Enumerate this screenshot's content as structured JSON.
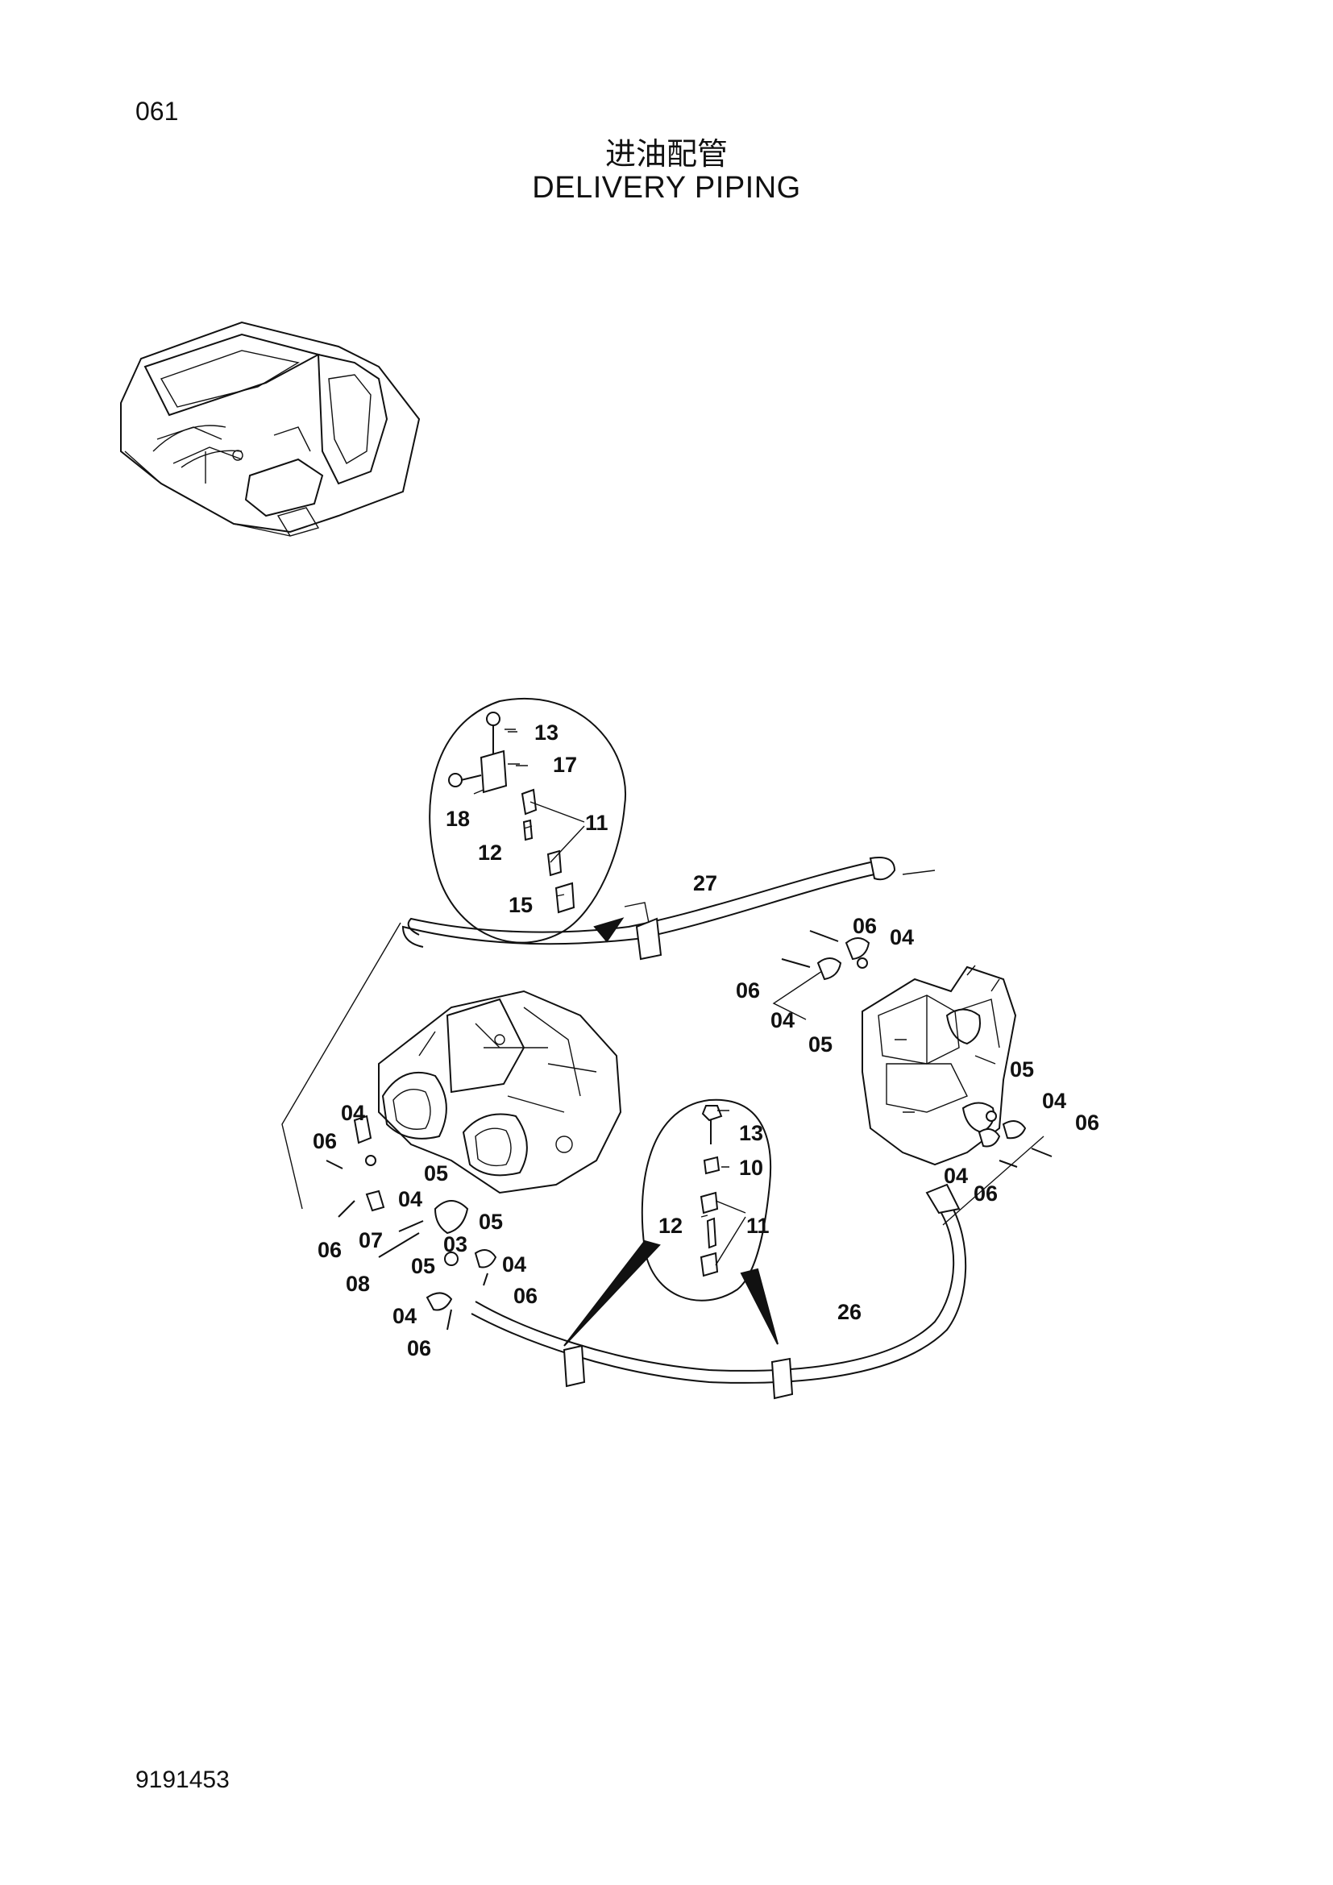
{
  "page_number": "061",
  "title_cn": "进油配管",
  "title_en": "DELIVERY PIPING",
  "doc_number": "9191453",
  "callouts": {
    "c13a": "13",
    "c17": "17",
    "c18": "18",
    "c11a": "11",
    "c12a": "12",
    "c15": "15",
    "c27": "27",
    "c06r1": "06",
    "c04r1": "04",
    "c06r2": "06",
    "c04r2": "04",
    "c05r1": "05",
    "c05r2": "05",
    "c04r3": "04",
    "c06r3": "06",
    "c04r4": "04",
    "c06r4": "06",
    "c04l1": "04",
    "c06l1": "06",
    "c05l1": "05",
    "c04l2": "04",
    "c06l2": "06",
    "c07": "07",
    "c03": "03",
    "c05l2": "05",
    "c08": "08",
    "c05l3": "05",
    "c04l3": "04",
    "c06l3": "06",
    "c04l4": "04",
    "c06l4": "06",
    "c13b": "13",
    "c10": "10",
    "c12b": "12",
    "c11b": "11",
    "c26": "26"
  }
}
